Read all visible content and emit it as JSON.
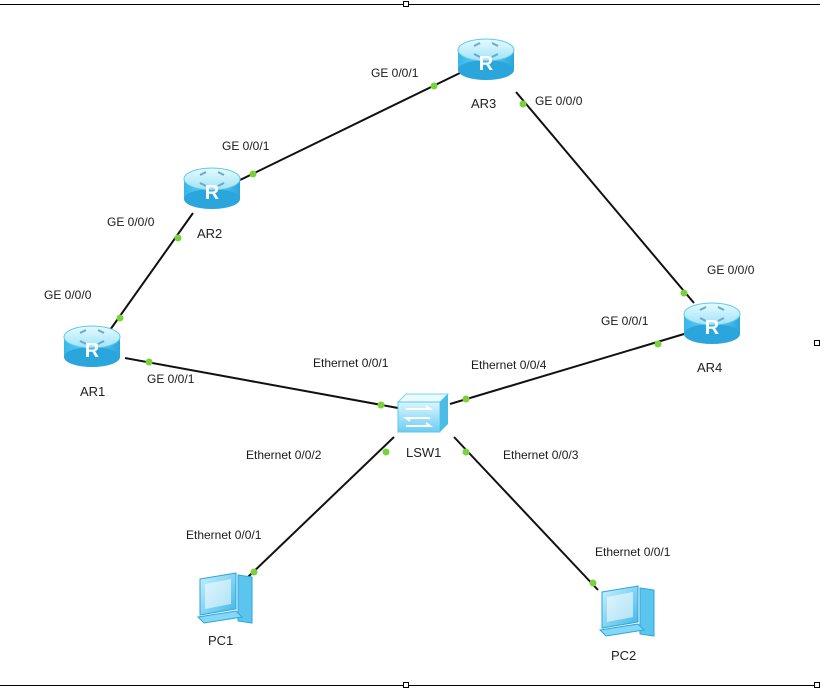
{
  "colors": {
    "link": "#111111",
    "port_dot": "#7bd13c",
    "router_top": "#bfeefc",
    "router_side": "#4cc3ee",
    "router_dark": "#1a9fd6",
    "switch_body": "#8fd9f5",
    "pc_body": "#6ccdf2"
  },
  "devices": {
    "ar1": {
      "label": "AR1",
      "type": "router",
      "glyph": "R"
    },
    "ar2": {
      "label": "AR2",
      "type": "router",
      "glyph": "R"
    },
    "ar3": {
      "label": "AR3",
      "type": "router",
      "glyph": "R"
    },
    "ar4": {
      "label": "AR4",
      "type": "router",
      "glyph": "R"
    },
    "lsw1": {
      "label": "LSW1",
      "type": "switch"
    },
    "pc1": {
      "label": "PC1",
      "type": "pc"
    },
    "pc2": {
      "label": "PC2",
      "type": "pc"
    }
  },
  "ports": {
    "ar3_ge001": "GE 0/0/1",
    "ar3_ge000": "GE 0/0/0",
    "ar2_ge001": "GE 0/0/1",
    "ar2_ge000": "GE 0/0/0",
    "ar1_ge000": "GE 0/0/0",
    "ar1_ge001": "GE 0/0/1",
    "ar4_ge000": "GE 0/0/0",
    "ar4_ge001": "GE 0/0/1",
    "lsw1_eth001": "Ethernet 0/0/1",
    "lsw1_eth004": "Ethernet 0/0/4",
    "lsw1_eth002": "Ethernet 0/0/2",
    "lsw1_eth003": "Ethernet 0/0/3",
    "pc1_eth001": "Ethernet 0/0/1",
    "pc2_eth001": "Ethernet 0/0/1"
  }
}
